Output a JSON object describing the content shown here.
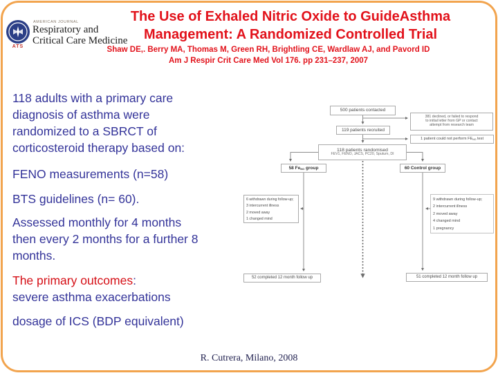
{
  "slide": {
    "background": "#ffffff",
    "border_color": "#f2a44e"
  },
  "logo": {
    "journal_small": "AMERICAN JOURNAL",
    "line1": "Respiratory and",
    "line2": "Critical Care Medicine",
    "ats_label": "ATS",
    "emblem_color": "#2b3f87"
  },
  "header": {
    "title_color": "#e2121b",
    "title_line1": "The Use of Exhaled Nitric Oxide to GuideAsthma",
    "title_line2": "Management: A Randomized Controlled Trial",
    "authors": "Shaw DE,. Berry MA, Thomas M, Green RH, Brightling CE, Wardlaw AJ, and Pavord ID",
    "citation": "Am J Respir Crit Care Med Vol 176. pp 231–237, 2007"
  },
  "body": {
    "text_color": "#333399",
    "accent_color": "#d50f16",
    "paragraph1_lines": [
      "118 adults with a primary care",
      "diagnosis of asthma were",
      "randomized to a SBRCT of",
      "corticosteroid therapy based on:"
    ],
    "feno_line": "FENO measurements (n=58)",
    "bts_line": "BTS guidelines (n= 60).",
    "assessed_lines": [
      "Assessed monthly for 4 months",
      "then every 2 months for a further 8",
      "months."
    ],
    "outcomes_label": "The primary outcomes",
    "outcomes_colon": ":",
    "outcomes_line2": "severe asthma exacerbations",
    "dosage_line": "dosage of ICS (BDP equivalent)"
  },
  "flowchart": {
    "contacted": "500 patients contacted",
    "declined_lines": [
      "381 declined, or failed to respond",
      "to initial letter from GP or contact",
      "attempt from research team"
    ],
    "recruited": "119 patients recruited",
    "could_not_perform": {
      "pre": "1 patient could not perform FE",
      "sub": "NO",
      "post": " test"
    },
    "randomised_line1": "118 patients randomised",
    "randomised_line2": "FEV1, FENO, JACS, PC20, Sputum, DI",
    "feno_group": {
      "pre": "58 Fe",
      "sub": "NO",
      "post": " group"
    },
    "control_group": "60 Control group",
    "withdrawn_left": [
      "6 withdrawn during follow-up;",
      "3 intercurrent illness",
      "2 moved away",
      "1 changed mind"
    ],
    "withdrawn_right": [
      "9 withdrawn during follow-up;",
      "2 intercurrent illness",
      "2 moved away",
      "4 changed mind",
      "1 pregnancy"
    ],
    "completed_left": "52 completed 12 month follow up",
    "completed_right": "51 completed 12 month follow up"
  },
  "footer": {
    "credit": "R. Cutrera, Milano, 2008"
  }
}
